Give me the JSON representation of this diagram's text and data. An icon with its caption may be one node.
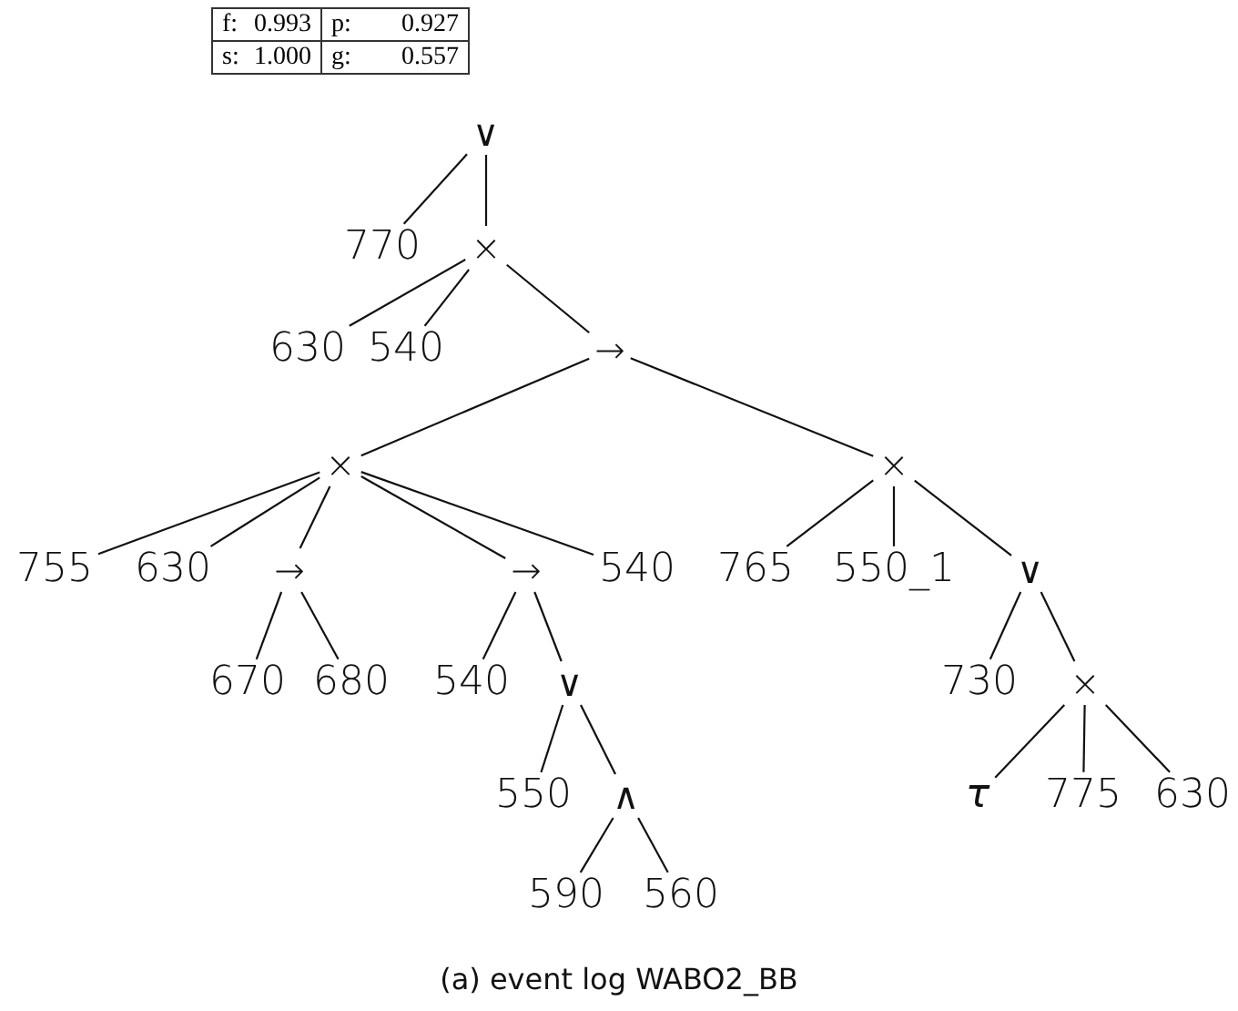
{
  "diagram": {
    "caption": "(a) event log WABO2_BB",
    "nodes": [
      {
        "text": [
          "∨"
        ]
      },
      {
        "text": [
          "770"
        ]
      },
      {
        "text": [
          "×"
        ]
      },
      {
        "text": [
          "630"
        ]
      },
      {
        "text": [
          "540"
        ]
      },
      {
        "text": [
          "→"
        ]
      },
      {
        "text": [
          "×"
        ]
      },
      {
        "text": [
          "×"
        ]
      },
      {
        "text": [
          "755"
        ]
      },
      {
        "text": [
          "630"
        ]
      },
      {
        "text": [
          "→"
        ]
      },
      {
        "text": [
          "→"
        ]
      },
      {
        "text": [
          "540"
        ]
      },
      {
        "text": [
          "765"
        ]
      },
      {
        "text": [
          "550_1"
        ]
      },
      {
        "text": [
          "∨"
        ]
      },
      {
        "text": [
          "670"
        ]
      },
      {
        "text": [
          "680"
        ]
      },
      {
        "text": [
          "540"
        ]
      },
      {
        "text": [
          "∨"
        ]
      },
      {
        "text": [
          "730"
        ]
      },
      {
        "text": [
          "×"
        ]
      },
      {
        "text": [
          "550"
        ]
      },
      {
        "text": [
          "∧"
        ]
      },
      {
        "text": [
          "τ"
        ]
      },
      {
        "text": [
          "775"
        ]
      },
      {
        "text": [
          "630"
        ]
      },
      {
        "text": [
          "590"
        ]
      },
      {
        "text": [
          "560"
        ]
      }
    ],
    "edges": [
      {
        "from": 0,
        "to": 1,
        "arrow": "none"
      },
      {
        "from": 0,
        "to": 2,
        "arrow": "none"
      },
      {
        "from": 2,
        "to": 3,
        "arrow": "none"
      },
      {
        "from": 2,
        "to": 4,
        "arrow": "none"
      },
      {
        "from": 2,
        "to": 5,
        "arrow": "none"
      },
      {
        "from": 5,
        "to": 6,
        "arrow": "none"
      },
      {
        "from": 5,
        "to": 7,
        "arrow": "none"
      },
      {
        "from": 6,
        "to": 8,
        "arrow": "none"
      },
      {
        "from": 6,
        "to": 9,
        "arrow": "none"
      },
      {
        "from": 6,
        "to": 10,
        "arrow": "none"
      },
      {
        "from": 6,
        "to": 11,
        "arrow": "none"
      },
      {
        "from": 6,
        "to": 12,
        "arrow": "none"
      },
      {
        "from": 7,
        "to": 13,
        "arrow": "none"
      },
      {
        "from": 7,
        "to": 14,
        "arrow": "none"
      },
      {
        "from": 7,
        "to": 15,
        "arrow": "none"
      },
      {
        "from": 10,
        "to": 16,
        "arrow": "none"
      },
      {
        "from": 10,
        "to": 17,
        "arrow": "none"
      },
      {
        "from": 11,
        "to": 18,
        "arrow": "none"
      },
      {
        "from": 11,
        "to": 19,
        "arrow": "none"
      },
      {
        "from": 15,
        "to": 20,
        "arrow": "none"
      },
      {
        "from": 15,
        "to": 21,
        "arrow": "none"
      },
      {
        "from": 19,
        "to": 22,
        "arrow": "none"
      },
      {
        "from": 19,
        "to": 23,
        "arrow": "none"
      },
      {
        "from": 21,
        "to": 24,
        "arrow": "none"
      },
      {
        "from": 21,
        "to": 25,
        "arrow": "none"
      },
      {
        "from": 21,
        "to": 26,
        "arrow": "none"
      },
      {
        "from": 23,
        "to": 27,
        "arrow": "none"
      },
      {
        "from": 23,
        "to": 28,
        "arrow": "none"
      }
    ],
    "labels": [
      "f:",
      "0.993",
      "p:",
      "0.927",
      "s:",
      "1.000",
      "g:",
      "0.557"
    ]
  }
}
